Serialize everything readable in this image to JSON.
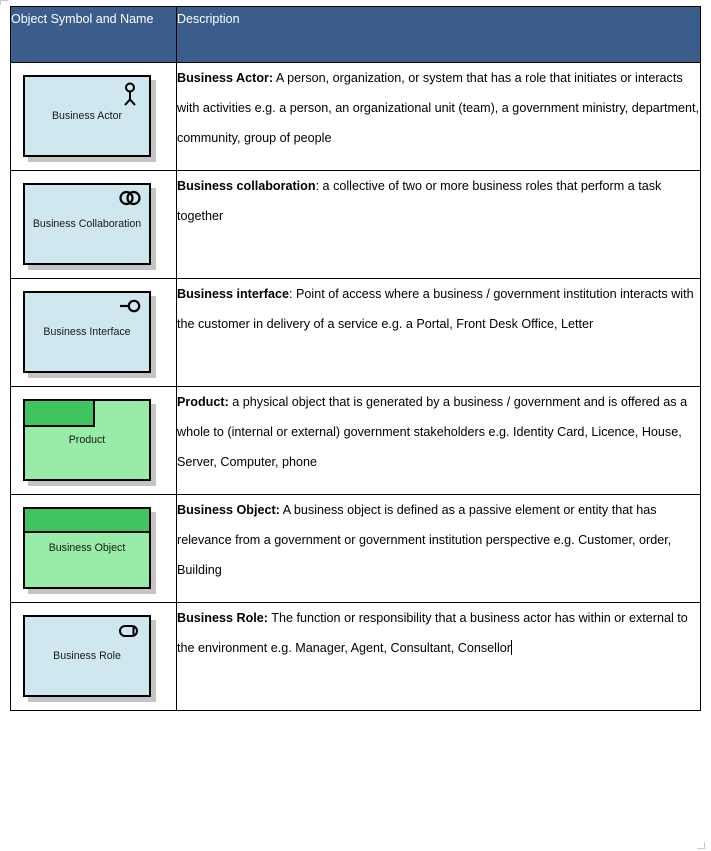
{
  "table": {
    "headers": {
      "symbol": "Object Symbol and Name",
      "description": "Description"
    },
    "colors": {
      "header_background": "#3B5D8C",
      "header_text": "#FFFFFF",
      "shape_blue_fill": "#CFE7EF",
      "shape_green_fill": "#99EBA8",
      "shape_green_accent": "#3FC45F",
      "shape_border": "#000000",
      "shape_shadow": "#C4C4C4",
      "cell_border": "#000000",
      "page_background": "#FFFFFF"
    },
    "rows": [
      {
        "symbol_label": "Business Actor",
        "symbol_style": "blue",
        "icon": "actor-stick-figure-icon",
        "term": "Business Actor:",
        "description": " A person, organization, or system that has a role that initiates or interacts with activities e.g. a person, an organizational unit (team), a government ministry, department, community, group of people"
      },
      {
        "symbol_label": "Business Collaboration",
        "symbol_style": "blue",
        "icon": "collaboration-two-circles-icon",
        "term": "Business collaboration",
        "description": ": a collective of two or more business roles that perform a task together"
      },
      {
        "symbol_label": "Business Interface",
        "symbol_style": "blue",
        "icon": "interface-lollipop-icon",
        "term": "Business interface",
        "description": ": Point of access where a business / government institution interacts with the customer in delivery of a service e.g. a Portal, Front Desk Office, Letter"
      },
      {
        "symbol_label": "Product",
        "symbol_style": "green-product",
        "icon": "product-tab-icon",
        "term": "Product:",
        "description": " a physical object that is generated by a business / government and is offered as a whole to (internal or external) government stakeholders e.g. Identity Card, Licence, House, Server, Computer, phone"
      },
      {
        "symbol_label": "Business Object",
        "symbol_style": "green-object",
        "icon": "business-object-band-icon",
        "term": "Business Object:",
        "description": "  A business object is defined as a passive element or entity that has relevance from a government or government institution perspective e.g. Customer, order, Building"
      },
      {
        "symbol_label": "Business Role",
        "symbol_style": "blue",
        "icon": "role-cylinder-icon",
        "term": "Business Role:",
        "description": "  The function or responsibility that a business actor has within or external to the environment e.g. Manager, Agent, Consultant, Consellor"
      }
    ]
  }
}
